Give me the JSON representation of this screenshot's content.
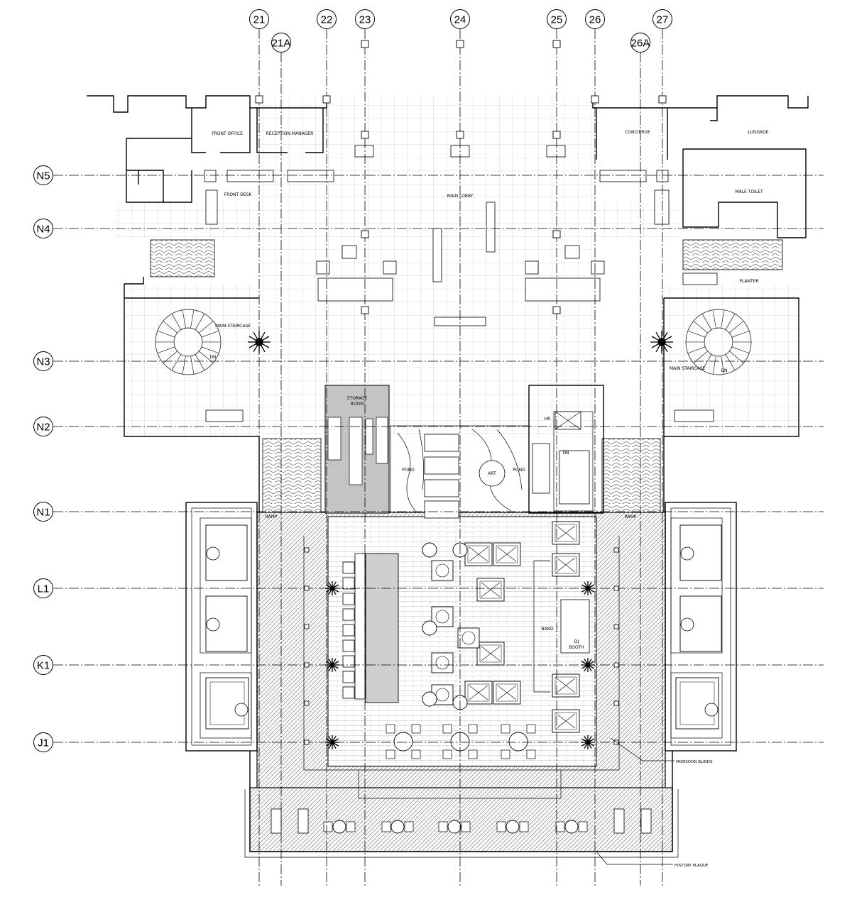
{
  "grid": {
    "columns": [
      "21",
      "21A",
      "22",
      "23",
      "24",
      "25",
      "26",
      "26A",
      "27"
    ],
    "rows": [
      "N5",
      "N4",
      "N3",
      "N2",
      "N1",
      "L1",
      "K1",
      "J1"
    ]
  },
  "rooms": {
    "front_office": "FRONT OFFICE",
    "reception_manager": "RECEPTION MANAGER",
    "concierge": "CONCIERGE",
    "luggage": "LUGGAGE",
    "front_desk": "FRONT DESK",
    "main_lobby": "MAIN LOBBY",
    "male_toilet": "MALE TOILET",
    "planter": "PLANTER",
    "main_staircase_left": "MAIN STAIRCASE",
    "main_staircase_right": "MAIN STAIRCASE",
    "storage_room_line1": "STORAGE",
    "storage_room_line2": "ROOM",
    "pond_left": "POND",
    "pond_right": "POND",
    "art": "ART",
    "band": "BAND",
    "dj_booth_line1": "DJ",
    "dj_booth_line2": "BOOTH",
    "ramp_left": "RAMP",
    "ramp_right": "RAMP",
    "dn_left": "DN",
    "dn_right": "DN",
    "dn_stair": "DN",
    "hr": "HR"
  },
  "notes": {
    "monsoon_blinds": "MONSOON BLINDS",
    "history_plaque": "HISTORY PLAQUE"
  }
}
